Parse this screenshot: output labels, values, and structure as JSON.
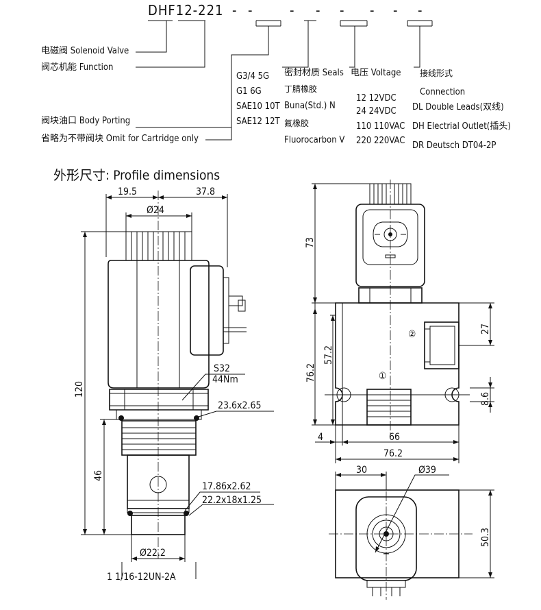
{
  "model_code": {
    "prefix": "DHF12-221",
    "separators": [
      "-",
      "-",
      "-",
      "-",
      "-",
      "-",
      "-",
      "-"
    ]
  },
  "legend_left": {
    "solenoid_valve": "电磁阀 Solenoid Valve",
    "function": "阀芯机能 Function",
    "body_porting": "阀块油口 Body Porting",
    "omit": "省略为不带阀块 Omit for Cartridge only"
  },
  "porting_options": [
    "G3/4  5G",
    "G1    6G",
    "SAE10 10T",
    "SAE12 12T"
  ],
  "seals": {
    "title": "密封材质 Seals",
    "options": [
      "丁腈橡胶",
      "Buna(Std.)   N",
      "氟橡胶",
      "Fluorocarbon  V"
    ]
  },
  "voltage": {
    "title": "电压 Voltage",
    "options": [
      "12   12VDC",
      "24   24VDC",
      "110  110VAC",
      "220  220VAC"
    ]
  },
  "connection": {
    "title": "接线形式",
    "subtitle": "Connection",
    "options": [
      "DL  Double Leads(双线)",
      "DH  Electrial Outlet(插头)",
      "DR  Deutsch DT04-2P"
    ]
  },
  "profile_title": "外形尺寸: Profile dimensions",
  "left_view": {
    "dim_19_5": "19.5",
    "dim_37_8": "37.8",
    "dim_dia24": "Ø24",
    "dim_120": "120",
    "dim_46": "46",
    "hex": "S32",
    "torque": "44Nm",
    "oring1": "23.6x2.65",
    "oring2": "17.86x2.62",
    "oring3": "22.2x18x1.25",
    "dim_dia22_2": "Ø22.2",
    "thread": "1  1/16-12UN-2A"
  },
  "right_view": {
    "dim_73": "73",
    "dim_27": "27",
    "dim_57_2": "57.2",
    "dim_76_2_v": "76.2",
    "dim_8_6": "8.6",
    "dim_4": "4",
    "dim_66": "66",
    "dim_76_2_h": "76.2",
    "port2": "②",
    "port1": "①"
  },
  "bottom_view": {
    "dim_30": "30",
    "dim_dia39": "Ø39",
    "dim_50_3": "50.3"
  }
}
